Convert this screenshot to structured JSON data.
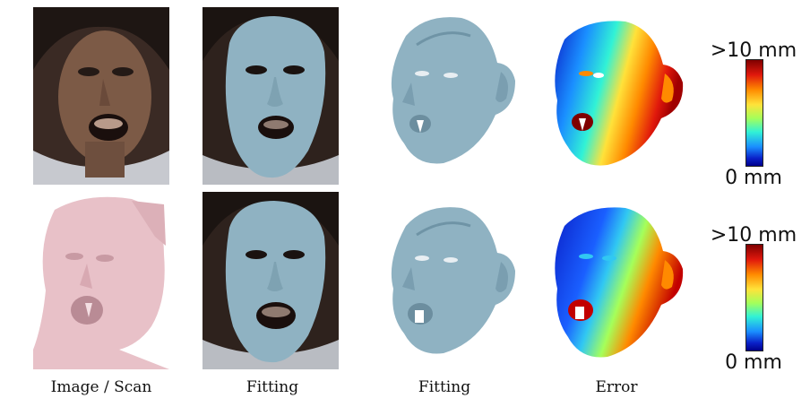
{
  "figure": {
    "rows": [
      {
        "name": "image-row",
        "panels": [
          "photo",
          "fitting-overlay",
          "fitting-mesh",
          "error-map"
        ]
      },
      {
        "name": "scan-row",
        "panels": [
          "scan",
          "fitting-overlay",
          "fitting-mesh",
          "error-map"
        ]
      }
    ],
    "captions": [
      "Image / Scan",
      "Fitting",
      "Fitting",
      "Error"
    ],
    "colorbars": [
      {
        "max_label": ">10 mm",
        "min_label": "0 mm"
      },
      {
        "max_label": ">10 mm",
        "min_label": "0 mm"
      }
    ],
    "colors": {
      "skin": "#6b4a3a",
      "mesh": "#8fb2c2",
      "scan": "#e8c1c8",
      "error_low": "#0a20c8",
      "error_high": "#c20000"
    }
  }
}
